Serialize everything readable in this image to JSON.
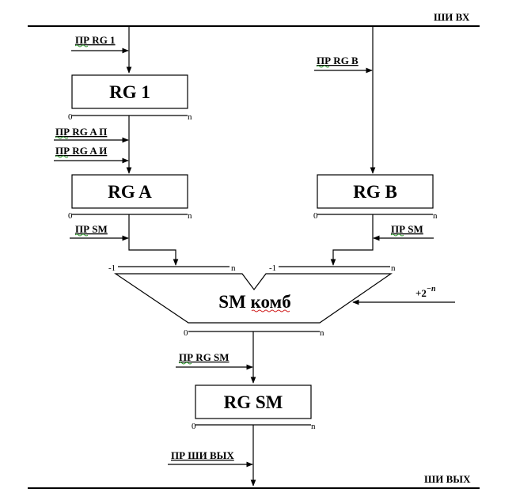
{
  "buses": {
    "input_label": "ШИ ВХ",
    "output_label": "ШИ ВЫХ"
  },
  "signals": {
    "pr_rg1": "ПР RG 1",
    "pr_rgb": "ПР RG B",
    "pr_rga_p": "ПР RG A П",
    "pr_rga_i": "ПР RG A И",
    "pr_sm_a": "ПР SM",
    "pr_sm_b": "ПР SM",
    "pr_rgsm": "ПР RG SM",
    "pr_shi_out": "ПР ШИ ВЫХ"
  },
  "blocks": {
    "rg1": "RG 1",
    "rga": "RG A",
    "rgb": "RG B",
    "sm": "SM комб",
    "rgsm": "RG SM"
  },
  "ticks": {
    "zero": "0",
    "n": "n",
    "minus_one": "-1"
  },
  "constant": {
    "base": "+2",
    "exponent": "−n"
  }
}
